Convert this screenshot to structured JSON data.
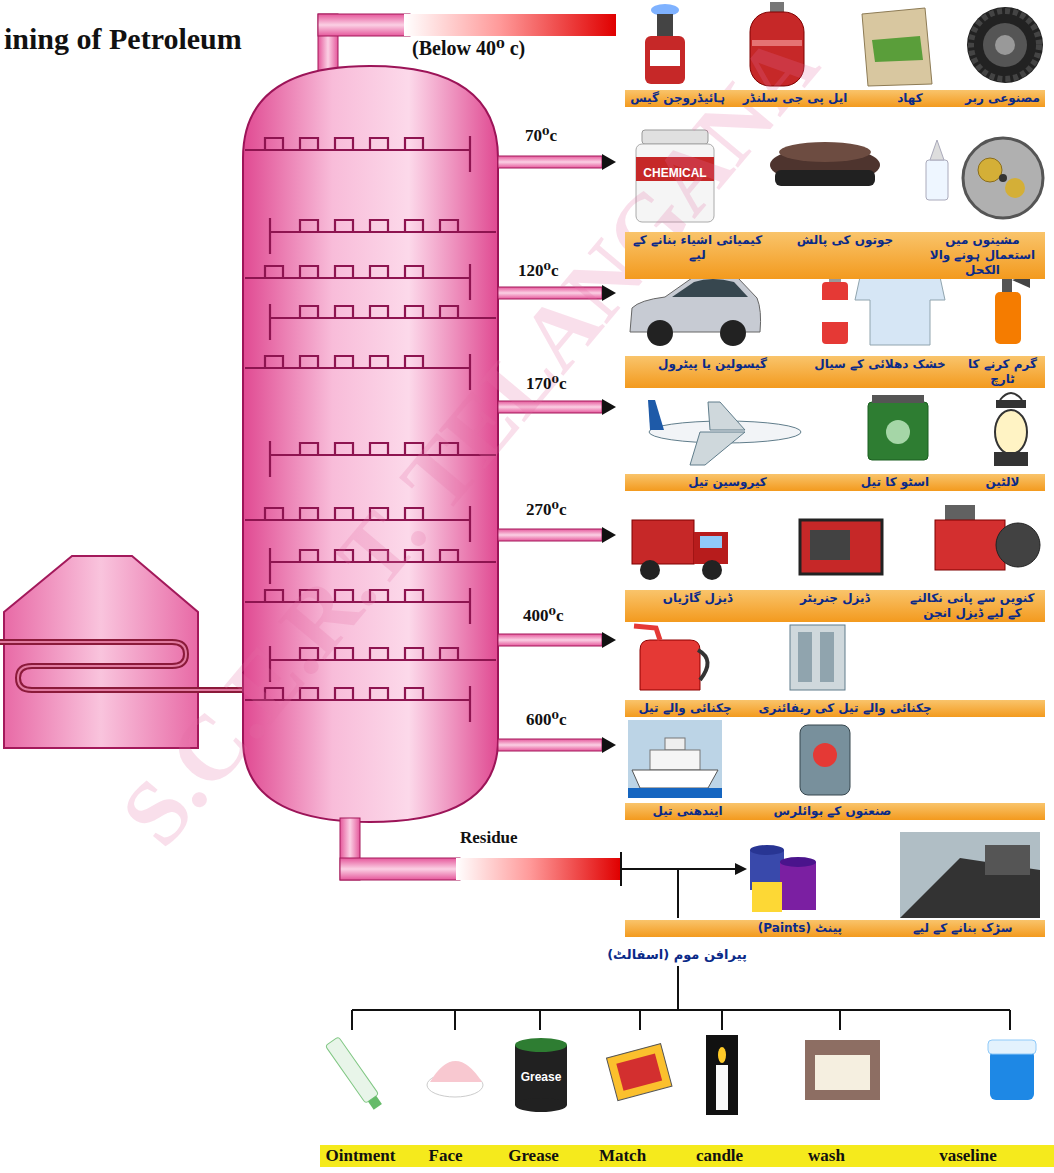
{
  "diagram": {
    "title": "ining of Petroleum",
    "nodes": [
      {
        "text": [
          "مصنوعی ربر",
          "کھاد",
          "ایل پی جی سلنڈر",
          "ہائیڈروجن گیس"
        ]
      },
      {
        "text": [
          "مشینوں میں استعمال ہونے والا الکحل",
          "جوتوں کی پالش",
          "کیمیائی اشیاء بنانے کے لیے"
        ]
      },
      {
        "text": [
          "گرم کرنے کا ٹارچ",
          "خشک دھلائی کے سیال",
          "گیسولین یا پیٹرول"
        ]
      },
      {
        "text": [
          "لالٹین",
          "اسٹو کا تیل",
          "کیروسین تیل"
        ]
      },
      {
        "text": [
          "کنویں سے پانی نکالنے کے لیے ڈیزل انجن",
          "ڈیزل جنریٹر",
          "ڈیزل گاڑیاں"
        ]
      },
      {
        "text": [
          "چکنائی والے تیل کی ریفائنری",
          "چکنائی والے تیل"
        ]
      },
      {
        "text": [
          "صنعتوں کے بوائلرس",
          "ایندھنی تیل"
        ]
      },
      {
        "text": [
          "سڑک بنانے کے لیے",
          "پینٹ (Paints)"
        ]
      },
      {
        "text": [
          "Ointment",
          "Face",
          "Grease",
          "Match",
          "candle",
          "wash",
          "vaseline"
        ]
      }
    ],
    "labels": [
      "(Below 40⁰ c)",
      "70⁰c",
      "120⁰c",
      "170⁰c",
      "270⁰c",
      "400⁰c",
      "600⁰c",
      "Residue",
      "CHEMICAL",
      "Grease",
      "پیرافن موم (اسفالٹ)",
      "S.C.E.R.T. TELANGANA"
    ]
  }
}
